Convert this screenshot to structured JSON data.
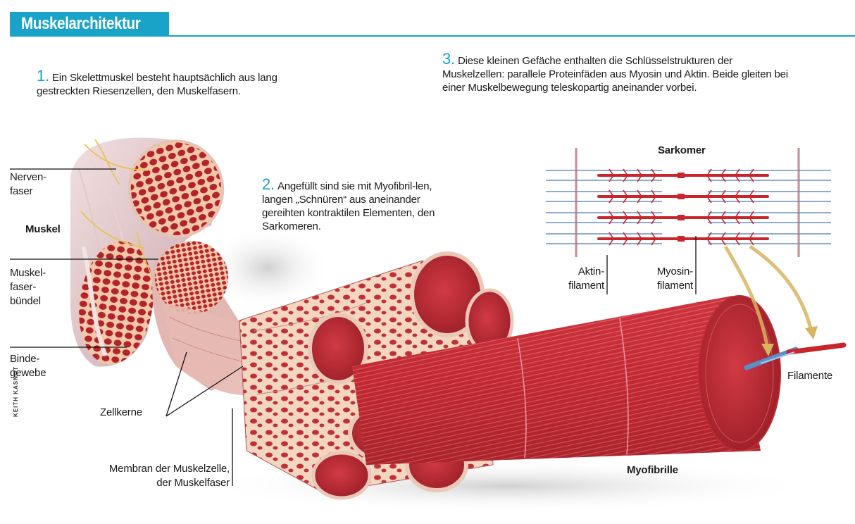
{
  "header": {
    "title": "Muskelarchitektur"
  },
  "steps": [
    {
      "num": "1.",
      "text": "Ein Skelettmuskel besteht hauptsächlich aus lang gestreckten Riesenzellen, den Muskelfasern."
    },
    {
      "num": "2.",
      "text": "Angefüllt sind sie mit Myofibril-len, langen „Schnüren“ aus aneinander gereihten kontraktilen Elementen, den Sarkomeren."
    },
    {
      "num": "3.",
      "text": "Diese kleinen Gefäche enthalten die Schlüsselstrukturen der Muskelzellen: parallele Proteinfäden aus Myosin und Aktin. Beide gleiten bei einer Muskelbewegung teleskopartig aneinander vorbei."
    }
  ],
  "labels": {
    "nervenfaser": "Nerven-\nfaser",
    "muskel": "Muskel",
    "muskelfaserbuendel": "Muskel-\nfaser-\nbündel",
    "bindegewebe": "Binde-\ngewebe",
    "zellkerne": "Zellkerne",
    "membran": "Membran der Muskelzelle,\nder Muskelfaser",
    "sarkomer": "Sarkomer",
    "aktinfilament": "Aktin-\nfilament",
    "myosinfilament": "Myosin-\nfilament",
    "filamente": "Filamente",
    "myofibrille": "Myofibrille"
  },
  "credit": "KEITH KASNOT",
  "colors": {
    "accent": "#1aa3c9",
    "muscle": "#c42a33",
    "muscle_dark": "#8e1820",
    "actin": "#6b8fc4",
    "myosin": "#c9262b"
  }
}
